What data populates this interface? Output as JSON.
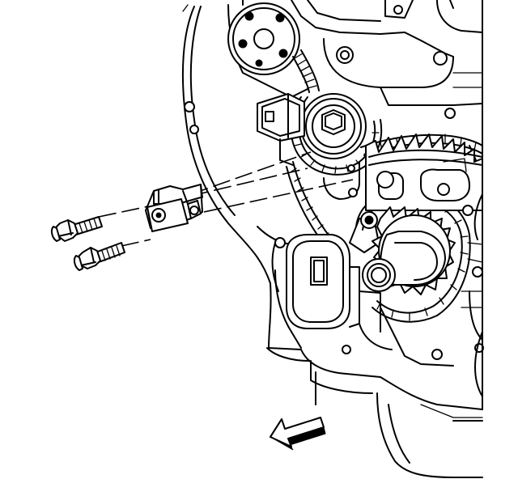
{
  "diagram": {
    "colors": {
      "line": "#000000",
      "background": "#ffffff"
    },
    "parts": [
      {
        "id": "engine-block",
        "icon": "engine-outline"
      },
      {
        "id": "camshaft-sprocket",
        "icon": "sprocket"
      },
      {
        "id": "timing-chain",
        "icon": "chain"
      },
      {
        "id": "chain-guide",
        "icon": "bracket"
      },
      {
        "id": "guide-bolt-upper",
        "icon": "bolt"
      },
      {
        "id": "guide-bolt-lower",
        "icon": "bolt"
      },
      {
        "id": "crankshaft-sprocket",
        "icon": "sprocket"
      },
      {
        "id": "direction-arrow",
        "icon": "front-arrow"
      }
    ]
  }
}
